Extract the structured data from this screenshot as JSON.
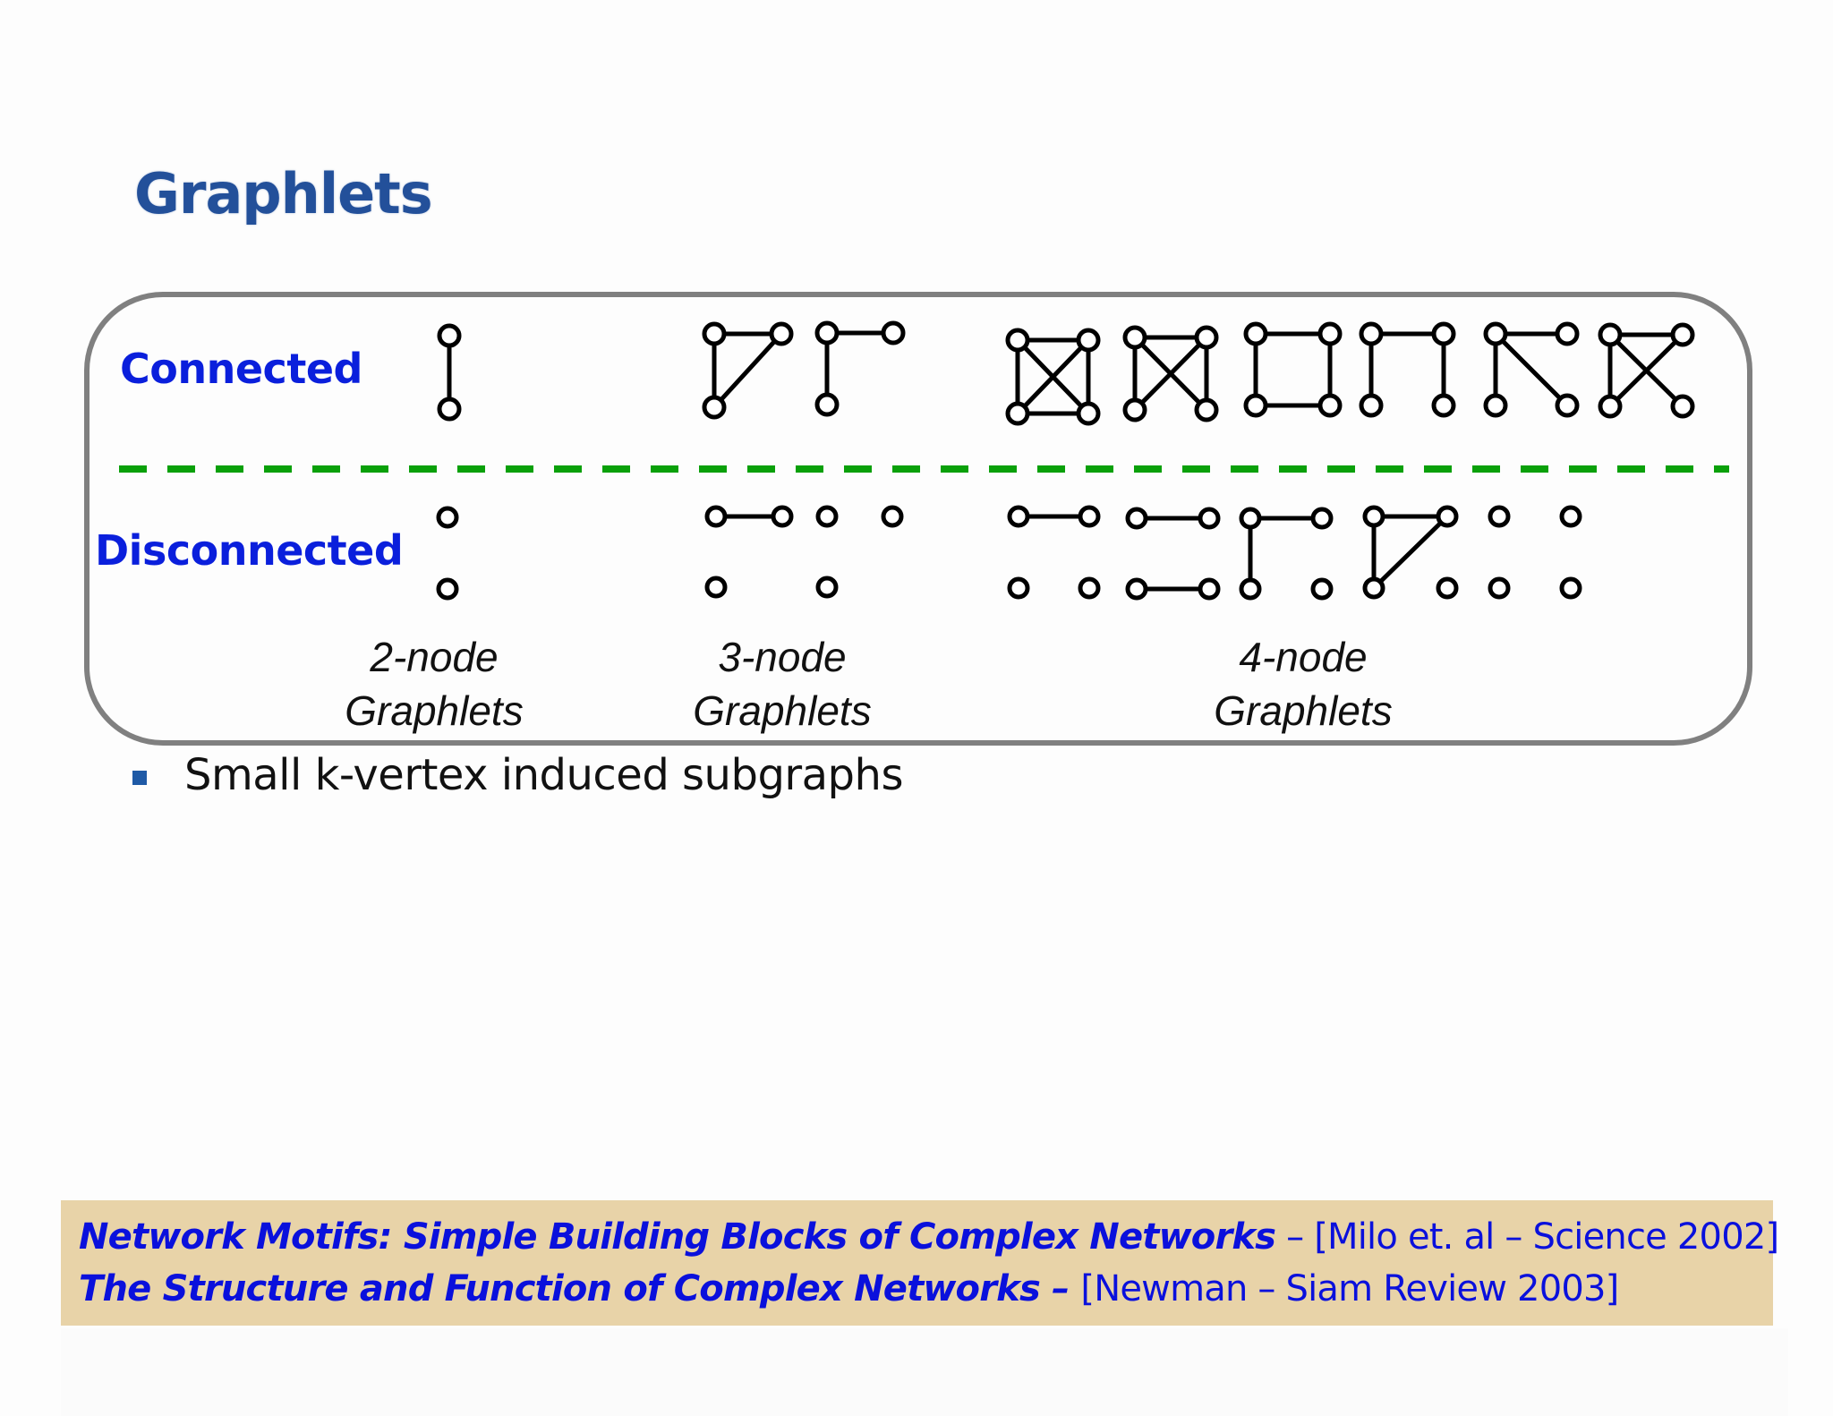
{
  "slide": {
    "title": "Graphlets",
    "bullet": "Small k-vertex induced subgraphs"
  },
  "figure": {
    "row_labels": {
      "connected": "Connected",
      "disconnected": "Disconnected"
    },
    "size_labels": [
      {
        "line1": "2-node",
        "line2": "Graphlets"
      },
      {
        "line1": "3-node",
        "line2": "Graphlets"
      },
      {
        "line1": "4-node",
        "line2": "Graphlets"
      }
    ],
    "colors": {
      "frame": "#808080",
      "divider": "#0aa00a",
      "edge": "#000000",
      "label_blue": "#0a1fdc"
    }
  },
  "citations": [
    {
      "title": "Network Motifs: Simple Building Blocks of Complex Networks",
      "sep": " – ",
      "ref": "[Milo et. al – Science 2002]"
    },
    {
      "title": "The Structure and Function of Complex Networks",
      "sep": " – ",
      "ref": "[Newman – Siam Review 2003]"
    }
  ],
  "citation_box_color": "#e8d3a8"
}
